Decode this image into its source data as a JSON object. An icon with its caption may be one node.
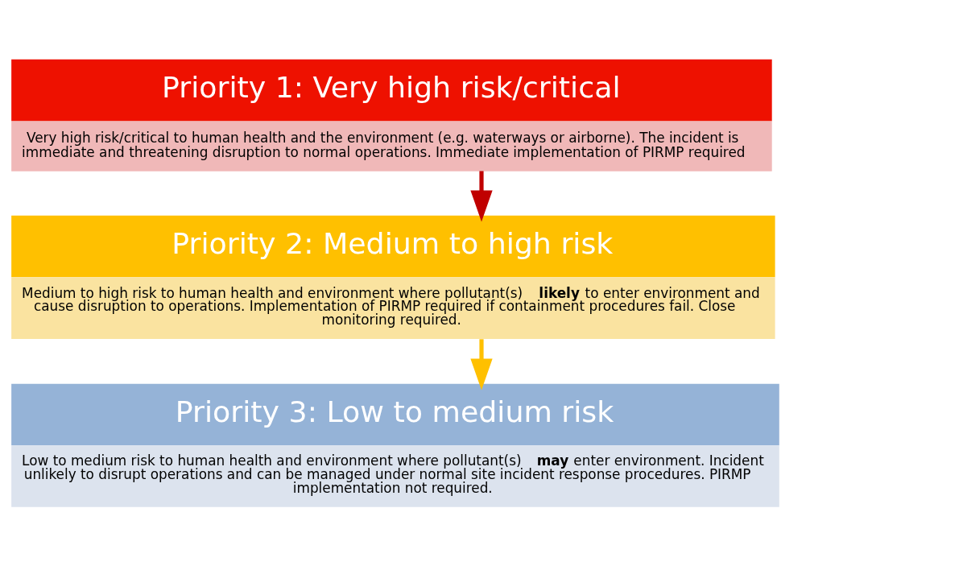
{
  "diagram": {
    "nodes": [
      {
        "text": [
          "Priority 1: Very high risk/critical",
          "Very high risk/critical to human health and the environment (e.g. waterways or airborne). The incident is immediate and threatening disruption to normal operations. Immediate implementation of PIRMP required"
        ]
      },
      {
        "text": [
          "Priority 2: Medium to high risk",
          "Medium to high risk to human health and environment where pollutant(s) **likely** to enter environment and cause disruption to operations. Implementation of PIRMP required if containment procedures fail. Close monitoring required."
        ]
      },
      {
        "text": [
          "Priority 3: Low to medium risk",
          "Low to medium risk to human health and environment where pollutant(s) **may** enter environment. Incident unlikely to disrupt operations and can be managed under normal site incident response procedures. PIRMP implementation not required."
        ]
      }
    ],
    "edges": [
      {
        "from": 0,
        "to": 1,
        "arrow": "to",
        "color": "#c00000"
      },
      {
        "from": 1,
        "to": 2,
        "arrow": "to",
        "color": "#ffc000"
      }
    ]
  }
}
